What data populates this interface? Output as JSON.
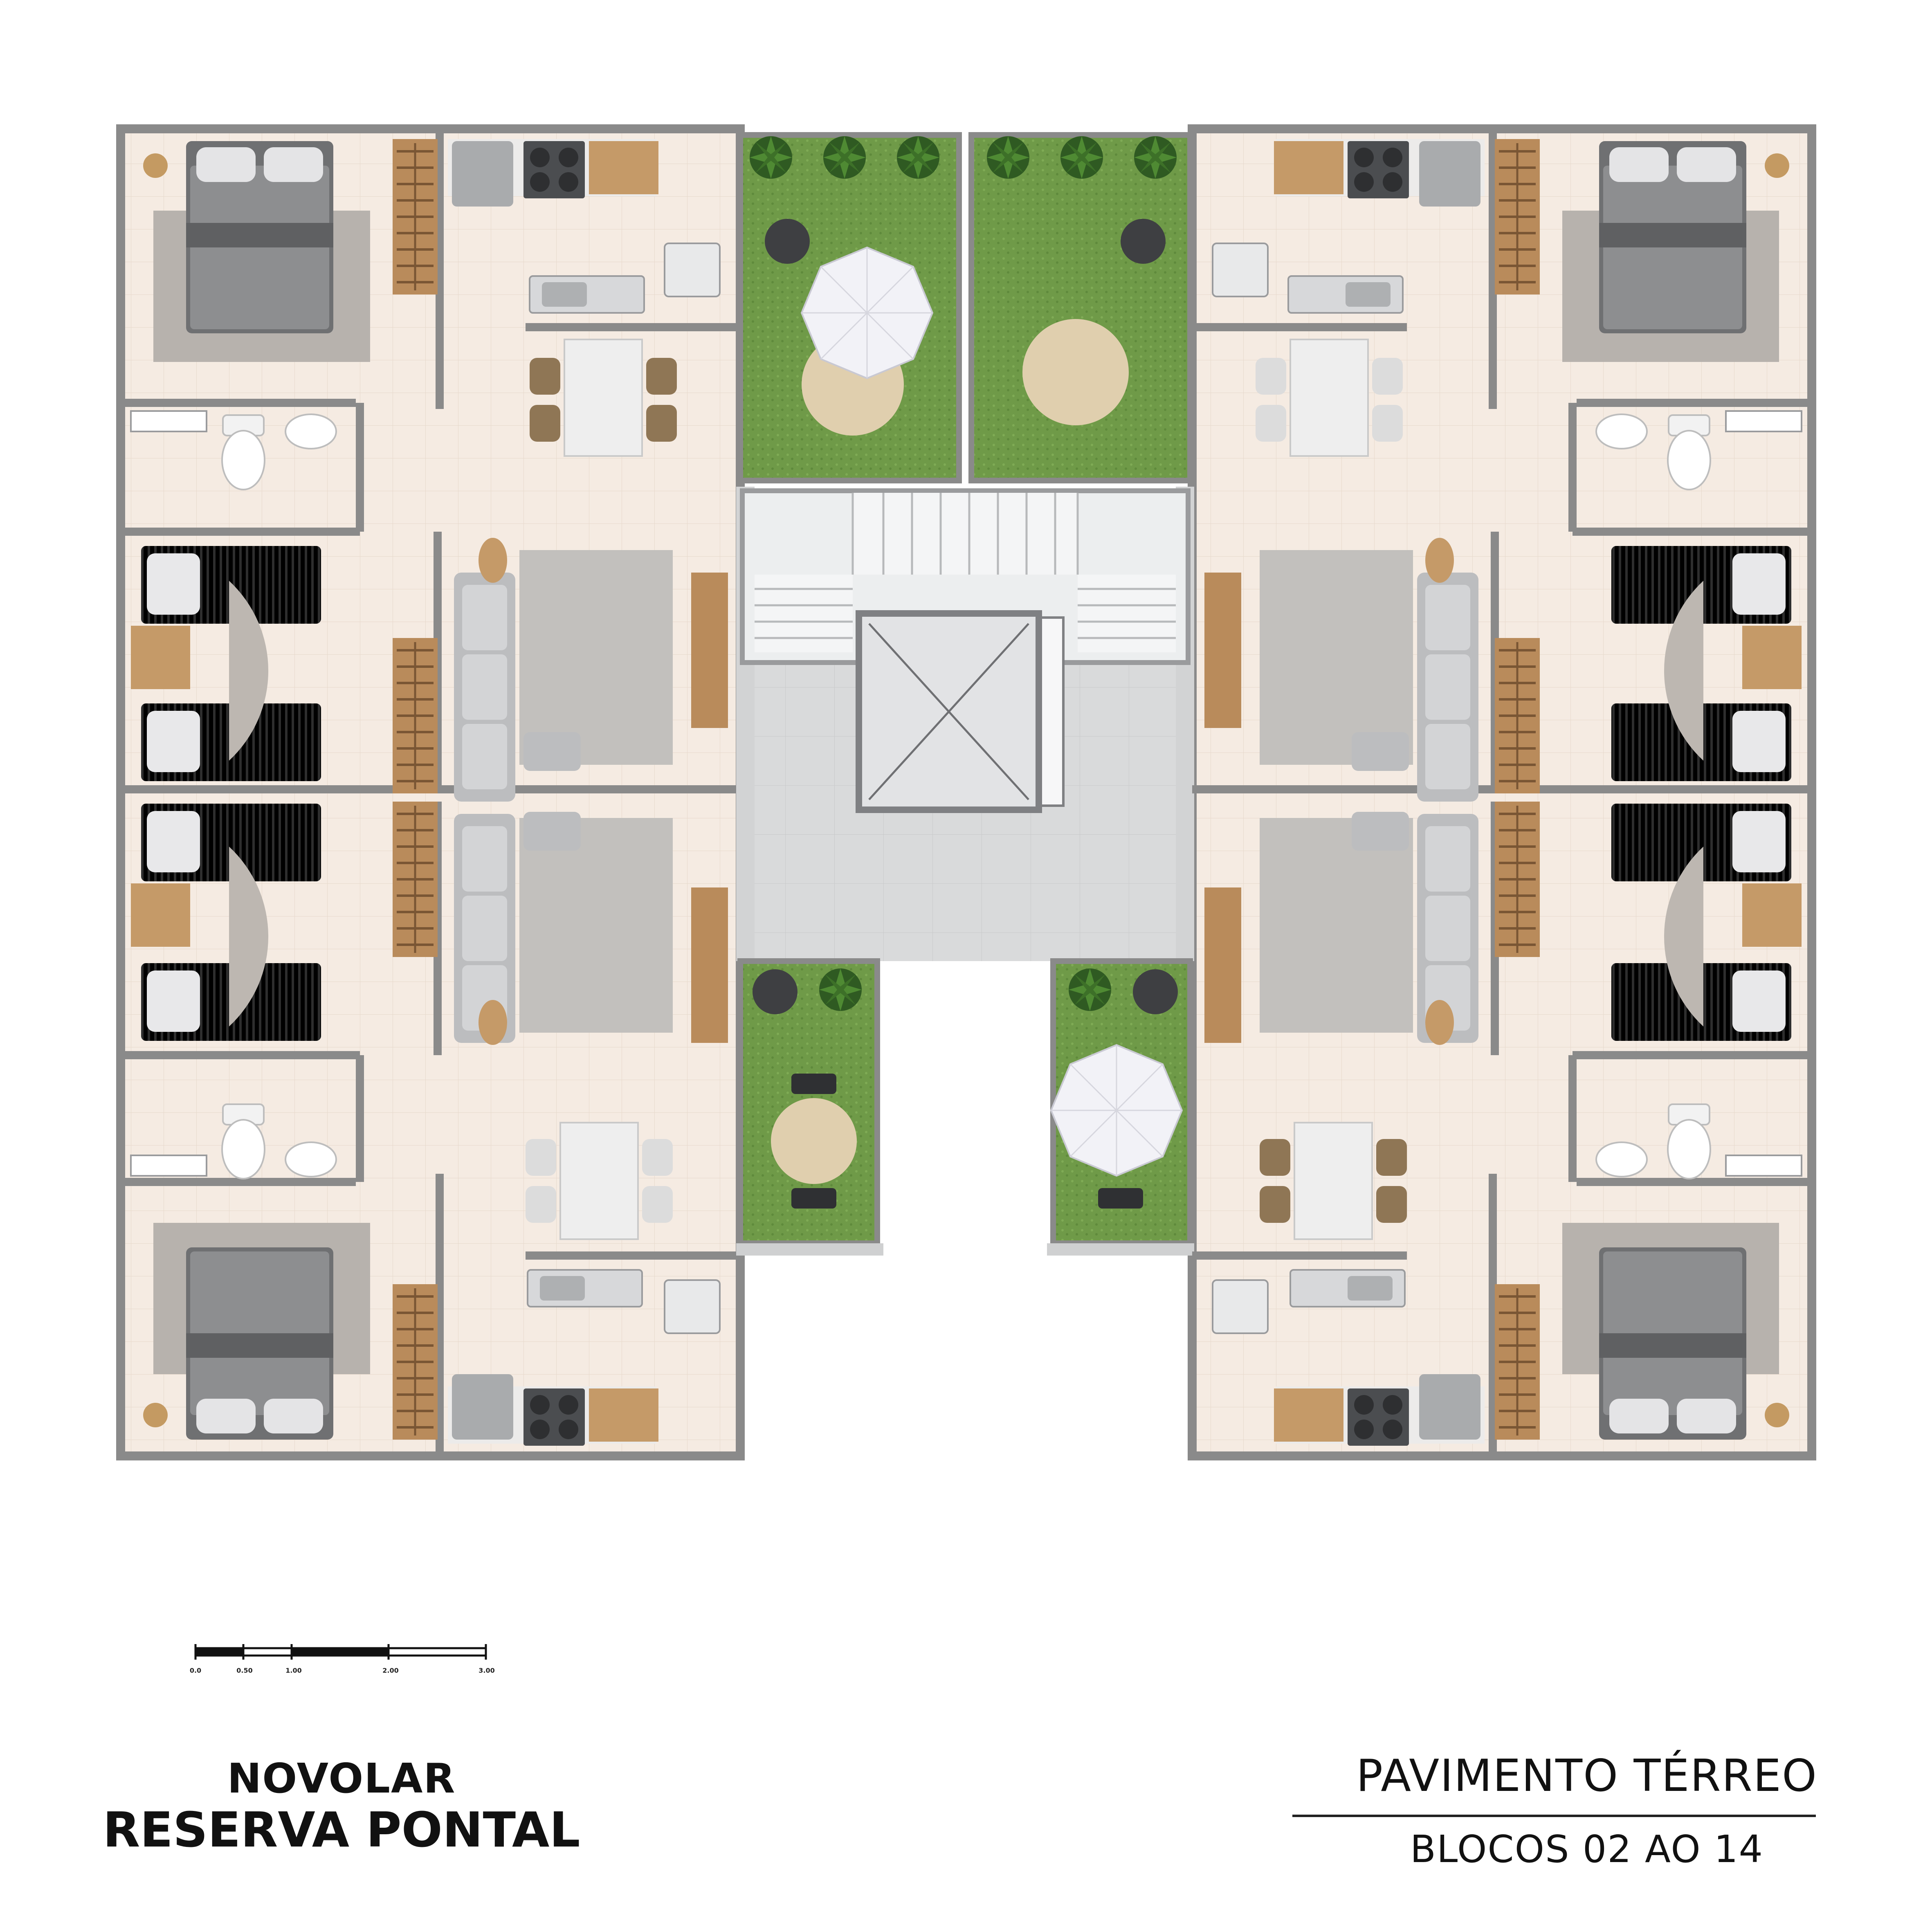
{
  "project": {
    "brand": "NOVOLAR",
    "name": "RESERVA PONTAL"
  },
  "plan": {
    "title": "PAVIMENTO TÉRREO",
    "subtitle": "BLOCOS 02 AO 14"
  },
  "scale_bar": {
    "ticks": [
      "0.0",
      "0.50",
      "1.00",
      "2.00",
      "3.00"
    ]
  },
  "colors": {
    "wall": "#8a8a8a",
    "floor": "#f5ebe2",
    "grass": "#6f9a48",
    "circulation": "#d9dadb",
    "stairs": "#eceeef",
    "wood": "#b98b5b",
    "bedding_grey": "#8d8e90",
    "bedding_blue": "#7c86a6",
    "bedding_teal": "#7fa7a0"
  }
}
